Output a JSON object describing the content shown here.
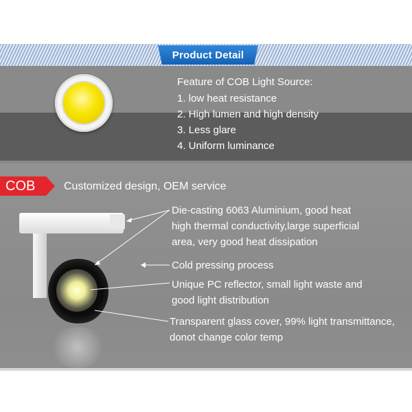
{
  "header": {
    "title": "Product Detail"
  },
  "feature": {
    "title": "Feature of COB Light Source:",
    "items": [
      "1. low heat resistance",
      "2. High lumen and high density",
      "3. Less glare",
      "4. Uniform luminance"
    ]
  },
  "cob_section": {
    "tag": "COB",
    "tagline": "Customized design, OEM service",
    "callouts": [
      {
        "lines": [
          "Die-casting 6063 Aluminium, good heat",
          "high thermal conductivity,large superficial",
          "area, very good heat dissipation"
        ]
      },
      {
        "lines": [
          "Cold pressing process"
        ]
      },
      {
        "lines": [
          "Unique PC reflector, small light waste and",
          "good light distribution"
        ]
      },
      {
        "lines": [
          "Transparent glass cover, 99% light transmittance,",
          "donot change color temp"
        ]
      }
    ]
  },
  "colors": {
    "header_blue": "#1a6fc4",
    "tag_red": "#e3262d",
    "panel_gray": "#8a8a8a",
    "band_gray": "#5c5c5c"
  },
  "icons": [
    "cob-chip-icon",
    "track-light-illustration"
  ]
}
